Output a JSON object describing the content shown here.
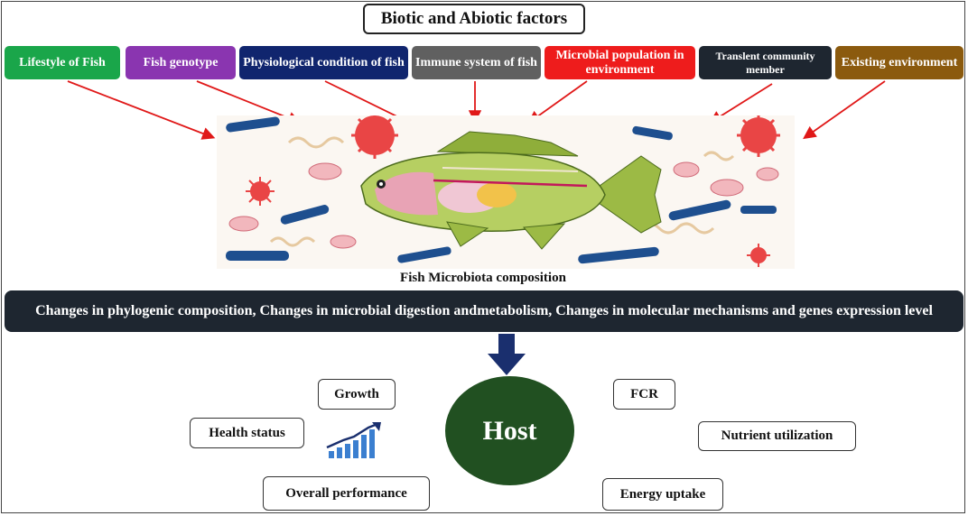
{
  "title": "Biotic and Abiotic factors",
  "factors": [
    {
      "label": "Lifestyle of Fish",
      "color": "#1aa64a"
    },
    {
      "label": "Fish genotype",
      "color": "#8a35b0"
    },
    {
      "label": "Physiological condition of fish",
      "color": "#10256e"
    },
    {
      "label": "Immune system of fish",
      "color": "#606060"
    },
    {
      "label": "Microbial population in environment",
      "color": "#ee1c1c"
    },
    {
      "label": "Translent community member",
      "color": "#1e2630"
    },
    {
      "label": "Existing environment",
      "color": "#8b5a0e"
    }
  ],
  "caption": "Fish Microbiota composition",
  "banner": "Changes in phylogenic composition, Changes in microbial digestion andmetabolism, Changes in molecular mechanisms and genes expression level",
  "host": "Host",
  "outcomes": {
    "growth": "Growth",
    "health_status": "Health status",
    "overall_performance": "Overall performance",
    "fcr": "FCR",
    "nutrient_utilization": "Nutrient utilization",
    "energy_uptake": "Energy uptake"
  },
  "icons": {
    "arrow": "down-arrow-icon",
    "chart": "growth-chart-icon"
  },
  "colors": {
    "arrow_red": "#e01818",
    "banner": "#1e2630",
    "host": "#215021",
    "down_arrow": "#1a2f6e"
  }
}
